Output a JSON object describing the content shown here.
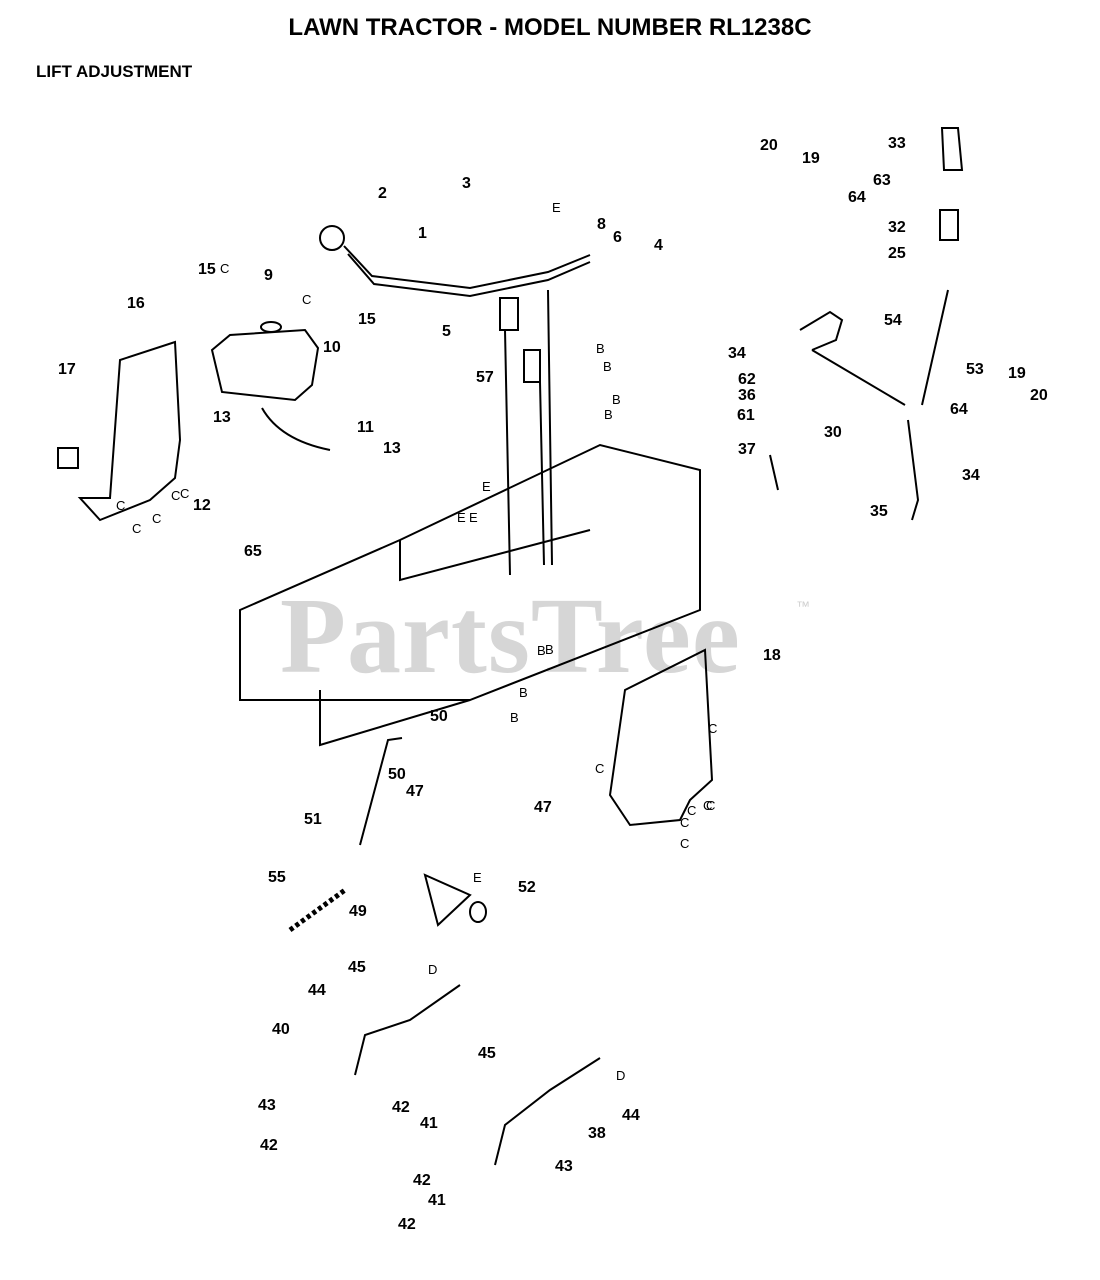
{
  "header": {
    "title": "LAWN TRACTOR - MODEL NUMBER RL1238C",
    "subtitle": "LIFT ADJUSTMENT"
  },
  "watermark": {
    "text": "PartsTree",
    "trademark": "™"
  },
  "callouts": [
    "1",
    "2",
    "3",
    "4",
    "5",
    "6",
    "8",
    "9",
    "10",
    "11",
    "12",
    "13",
    "13",
    "15",
    "15",
    "16",
    "17",
    "18",
    "19",
    "19",
    "20",
    "20",
    "25",
    "30",
    "32",
    "33",
    "34",
    "34",
    "35",
    "36",
    "37",
    "38",
    "40",
    "41",
    "41",
    "42",
    "42",
    "42",
    "42",
    "43",
    "43",
    "44",
    "44",
    "45",
    "45",
    "47",
    "47",
    "49",
    "50",
    "50",
    "51",
    "52",
    "53",
    "54",
    "55",
    "57",
    "61",
    "62",
    "63",
    "64",
    "64",
    "65"
  ],
  "refs": [
    "B",
    "B",
    "B",
    "B",
    "B",
    "B",
    "B",
    "B",
    "C",
    "C",
    "C",
    "C",
    "C",
    "C",
    "C",
    "C",
    "C",
    "C",
    "C",
    "C",
    "C",
    "C",
    "D",
    "D",
    "E",
    "E",
    "E",
    "E",
    "E"
  ]
}
